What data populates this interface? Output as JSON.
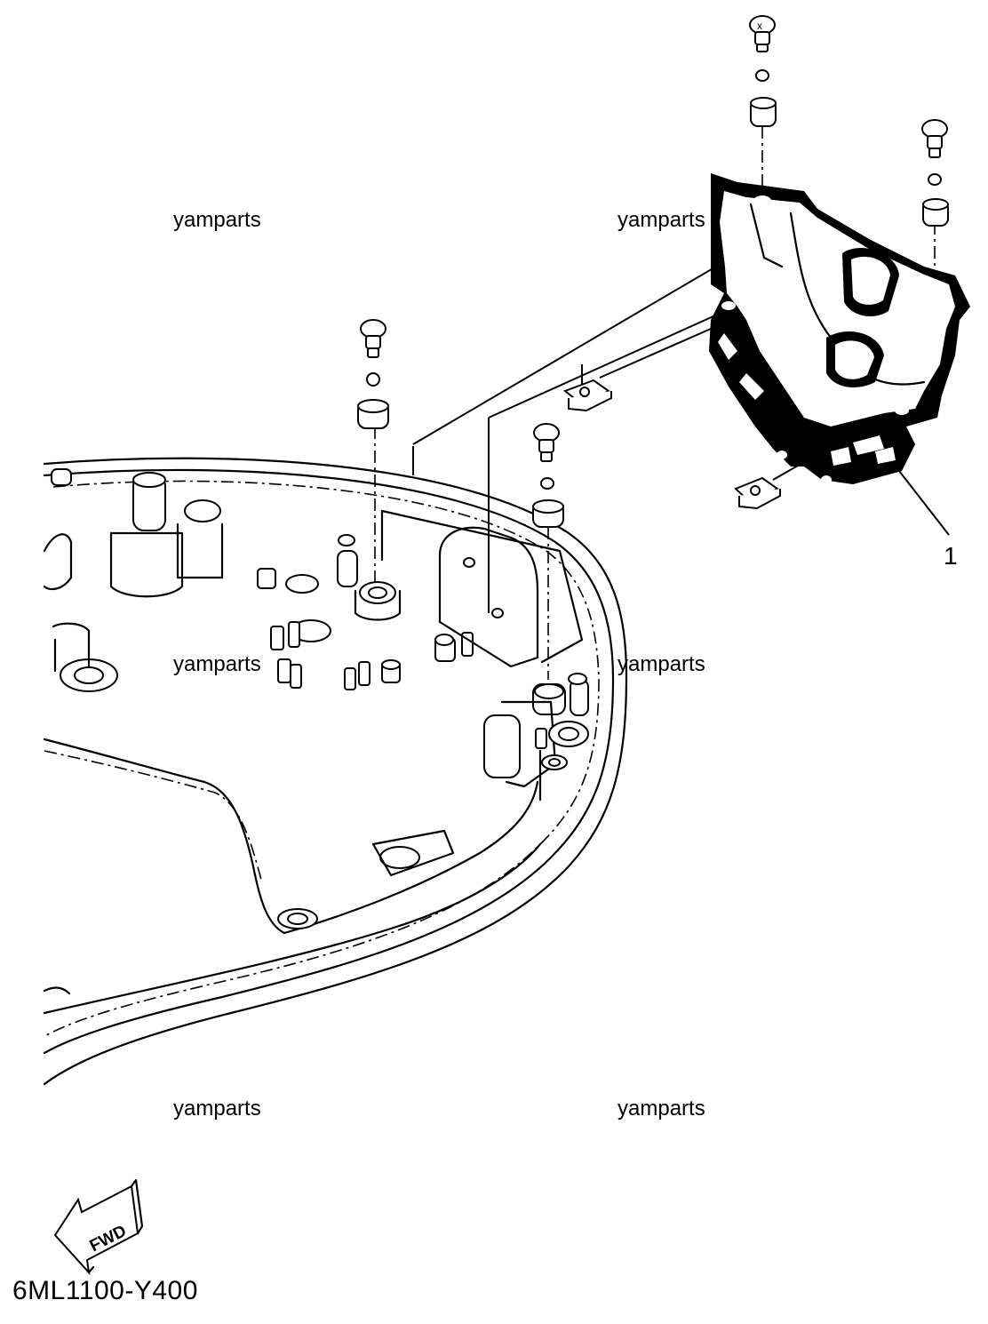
{
  "watermarks": [
    "yamparts",
    "yamparts",
    "yamparts",
    "yamparts",
    "yamparts",
    "yamparts"
  ],
  "callouts": [
    {
      "label": "1"
    }
  ],
  "direction_arrow": {
    "label": "FWD"
  },
  "diagram_code": "6ML1100-Y400"
}
